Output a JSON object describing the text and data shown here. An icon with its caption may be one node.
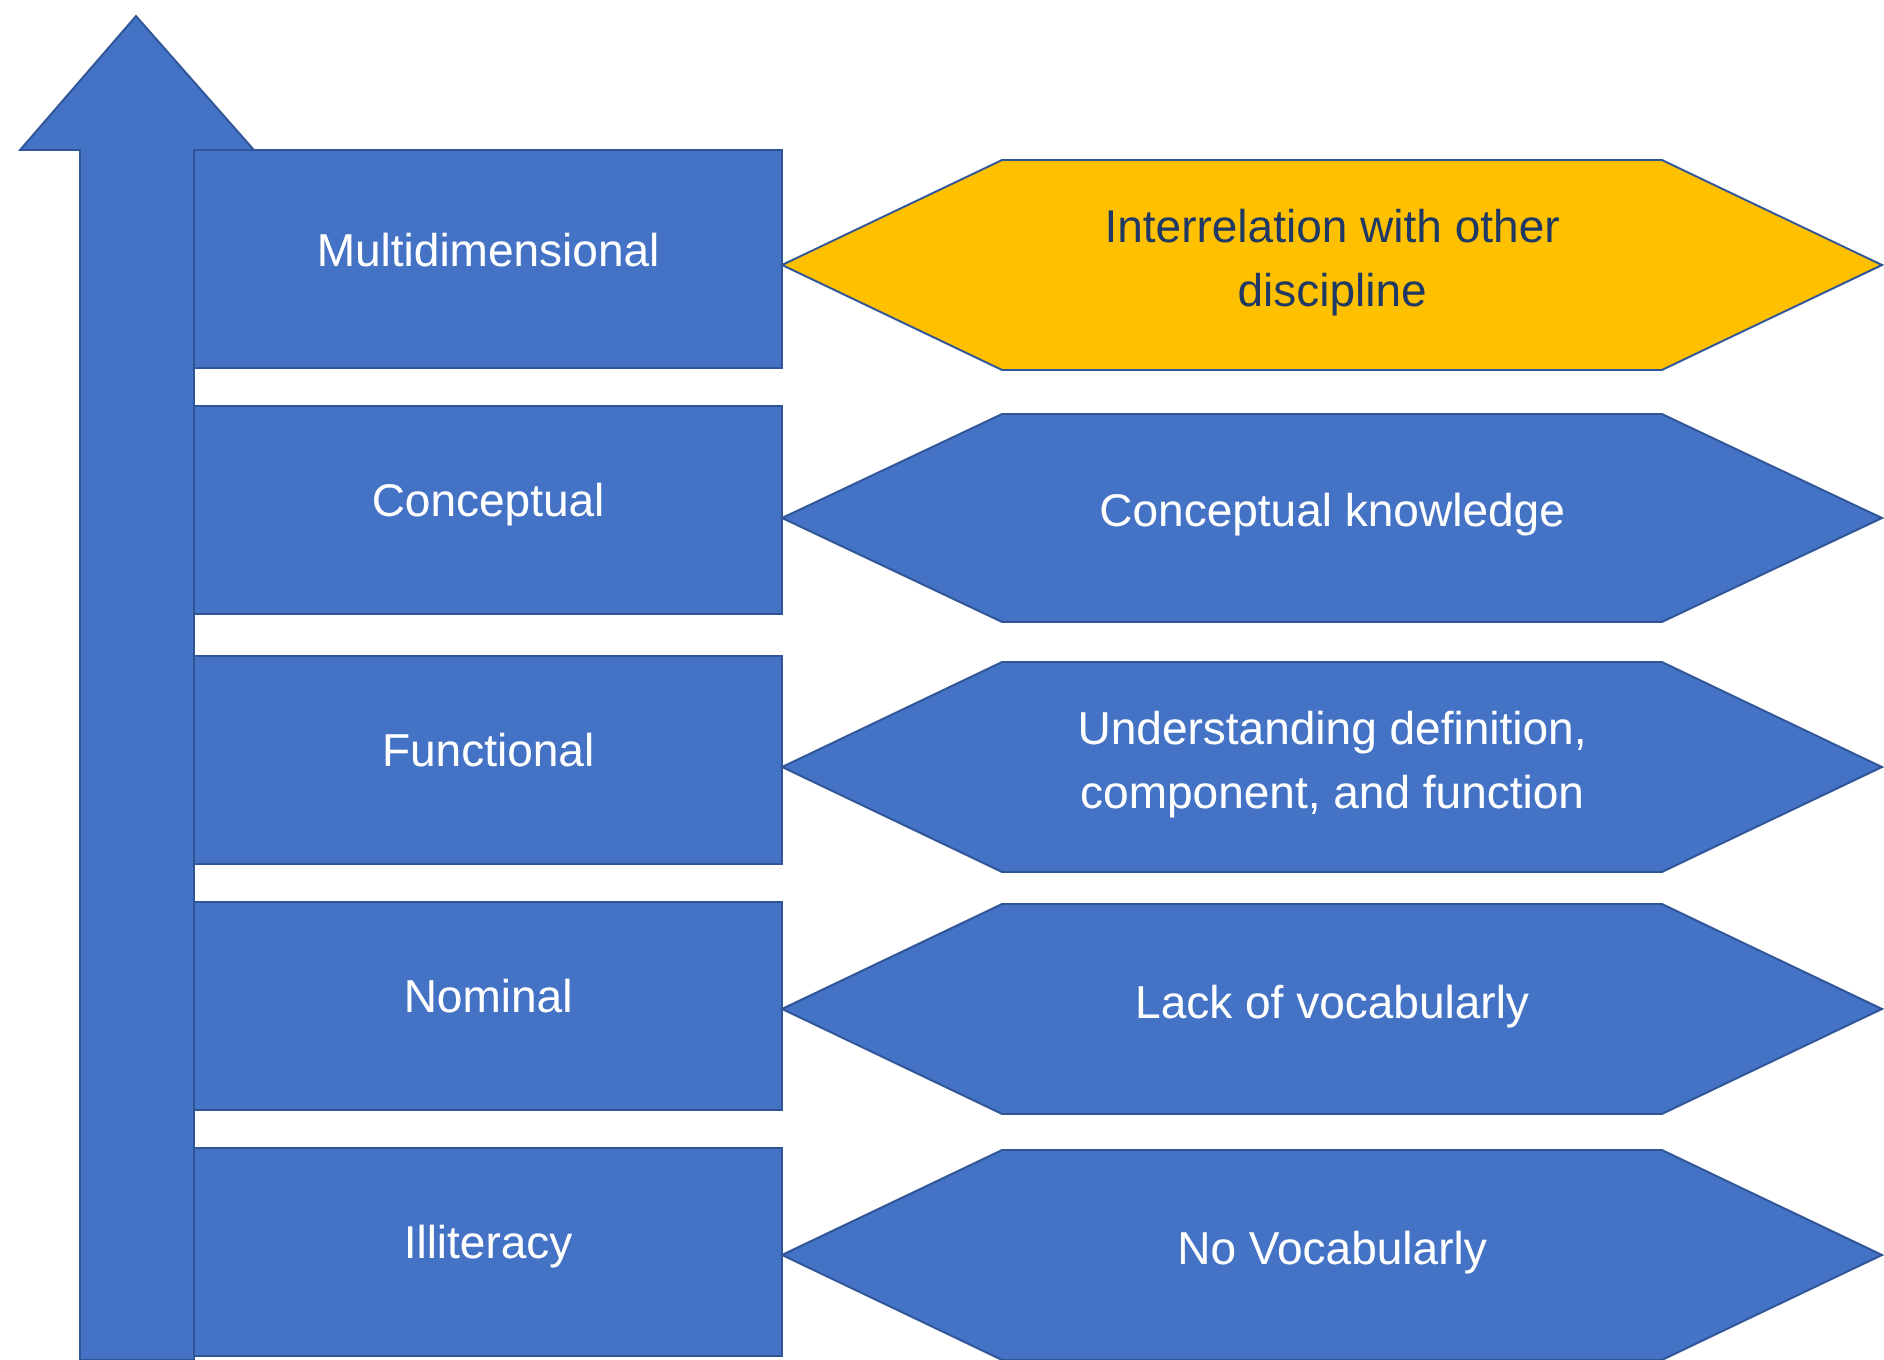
{
  "diagram": {
    "nodes": [
      {
        "text": [
          "Multidimensional"
        ]
      },
      {
        "text": [
          "Interrelation with other discipline"
        ]
      },
      {
        "text": [
          "Conceptual"
        ]
      },
      {
        "text": [
          "Conceptual knowledge"
        ]
      },
      {
        "text": [
          "Functional"
        ]
      },
      {
        "text": [
          "Understanding definition, component, and function"
        ]
      },
      {
        "text": [
          "Nominal"
        ]
      },
      {
        "text": [
          "Lack of vocabularly"
        ]
      },
      {
        "text": [
          "Illiteracy"
        ]
      },
      {
        "text": [
          "No Vocabularly"
        ]
      }
    ]
  }
}
